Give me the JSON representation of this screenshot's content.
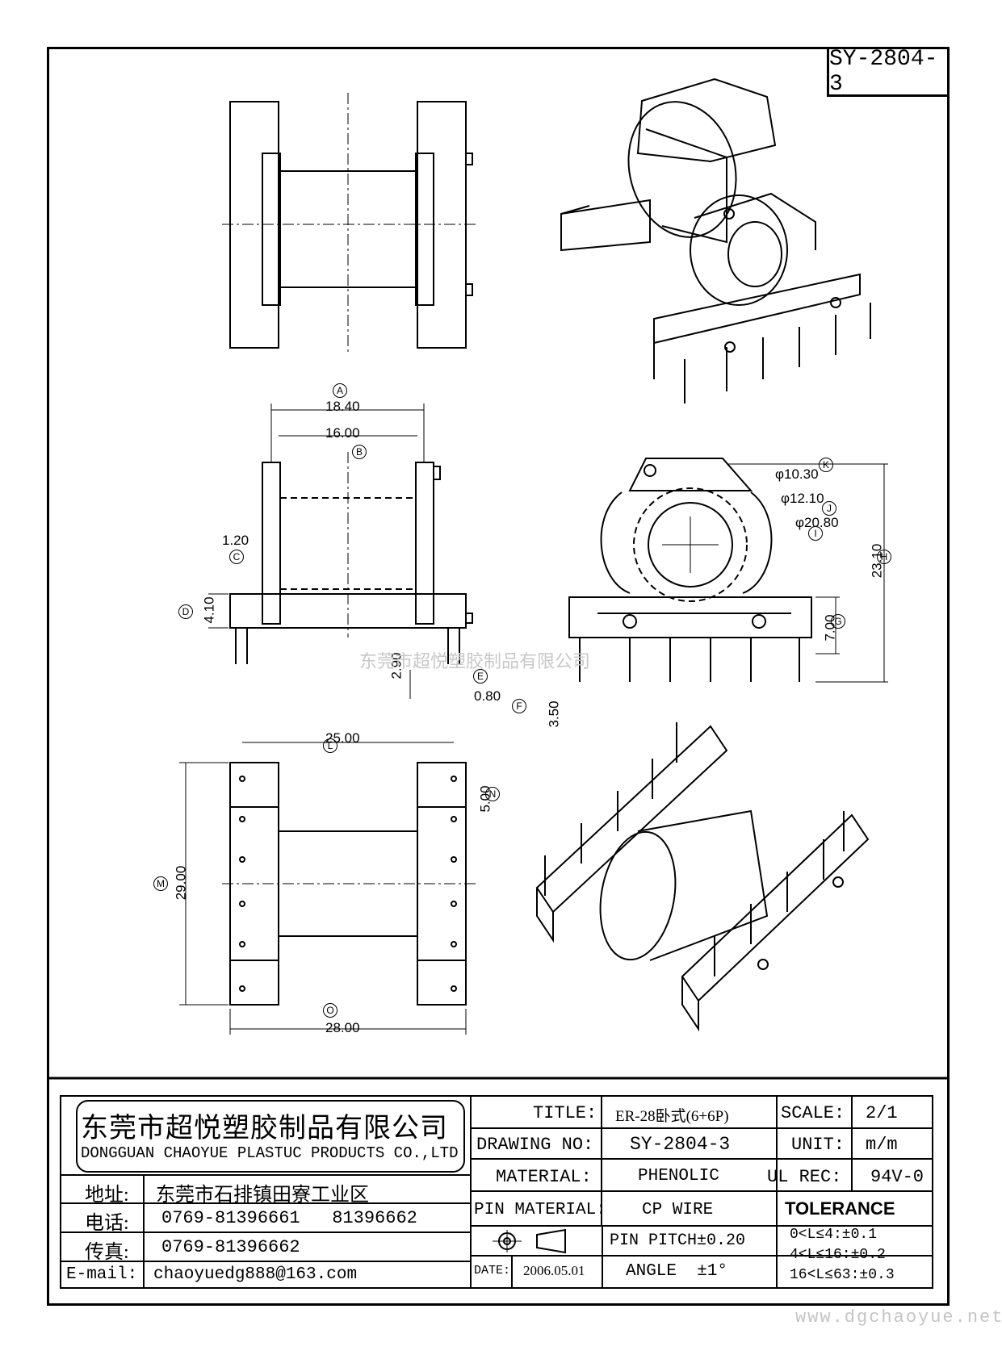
{
  "drawing_code": "SY-2804-3",
  "dimensions": {
    "A": "18.40",
    "B": "16.00",
    "C": "1.20",
    "D": "4.10",
    "E": "0.80",
    "F": "3.50",
    "G": "7.00",
    "H": "23.10",
    "I": "φ20.80",
    "J": "φ12.10",
    "K": "φ10.30",
    "L": "25.00",
    "M": "29.00",
    "N": "5.00",
    "O": "28.00",
    "extra_290": "2.90"
  },
  "dim_letters": [
    "A",
    "B",
    "C",
    "D",
    "E",
    "F",
    "G",
    "H",
    "I",
    "J",
    "K",
    "L",
    "M",
    "N",
    "O"
  ],
  "watermark": "东莞市超悦塑胶制品有限公司",
  "company": {
    "name_cn": "东莞市超悦塑胶制品有限公司",
    "name_en": "DONGGUAN CHAOYUE PLASTUC PRODUCTS CO.,LTD",
    "address_label": "地址:",
    "address": "东莞市石排镇田寮工业区",
    "phone_label": "电话:",
    "phone": "0769-81396661   81396662",
    "fax_label": "传真:",
    "fax": "0769-81396662",
    "email_label": "E-mail:",
    "email": "chaoyuedg888@163.com"
  },
  "title_block": {
    "title_label": "TITLE:",
    "title": "ER-28卧式(6+6P)",
    "drawing_no_label": "DRAWING NO:",
    "drawing_no": "SY-2804-3",
    "material_label": "MATERIAL:",
    "material": "PHENOLIC",
    "pin_material_label": "PIN MATERIAL:",
    "pin_material": "CP WIRE",
    "date_label": "DATE:",
    "date": "2006.05.01",
    "scale_label": "SCALE:",
    "scale": "2/1",
    "unit_label": "UNIT:",
    "unit": "m/m",
    "ul_label": "UL REC:",
    "ul": "94V-0",
    "tolerance_label": "TOLERANCE",
    "pin_pitch": "PIN PITCH±0.20",
    "angle": "ANGLE  ±1°",
    "tolerances": [
      "0<L≤4:±0.1",
      "4<L≤16:±0.2",
      "16<L≤63:±0.3"
    ]
  },
  "website": "www.dgchaoyue.net"
}
